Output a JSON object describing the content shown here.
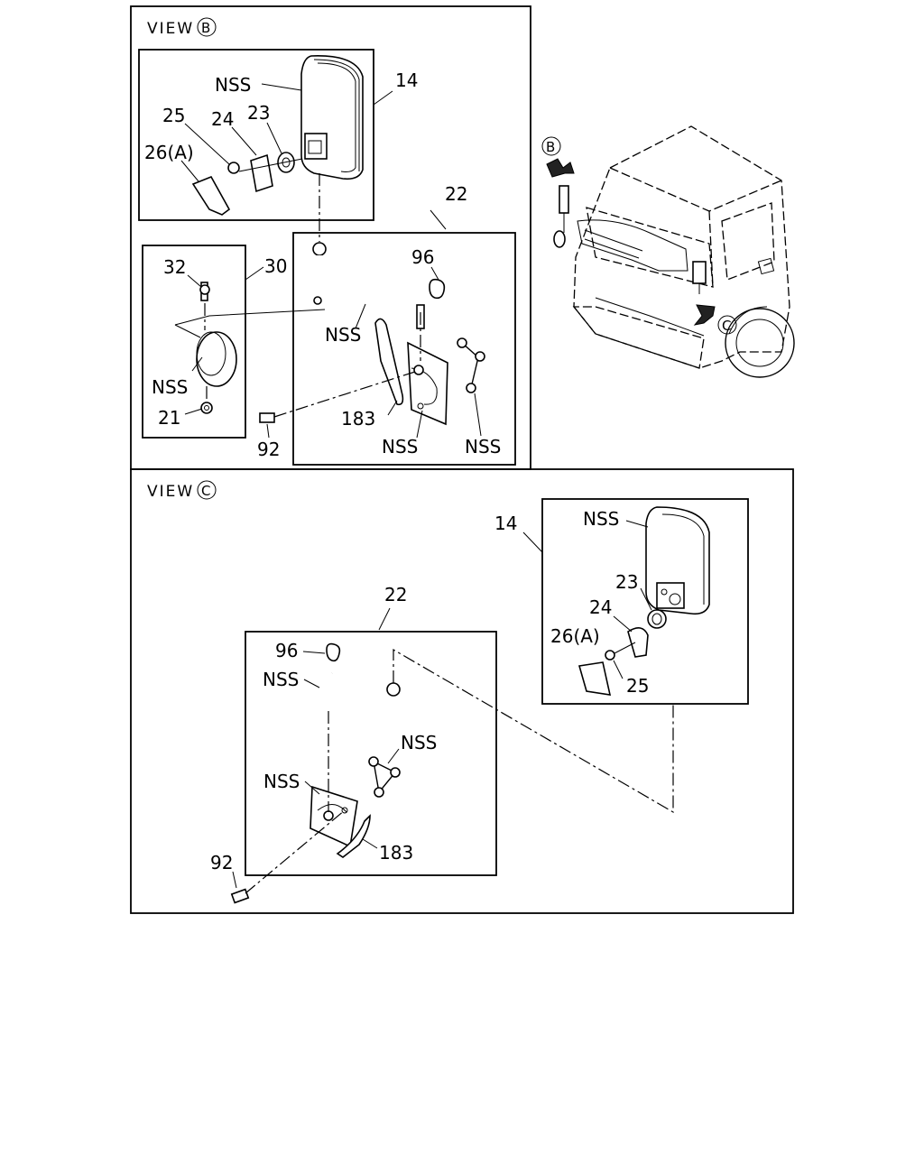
{
  "views": {
    "b": {
      "prefix": "VIEW",
      "letter": "B"
    },
    "c": {
      "prefix": "VIEW",
      "letter": "C"
    }
  },
  "truck_arrows": {
    "b": "B",
    "c": "C"
  },
  "view_b": {
    "mirror_number": "14",
    "mirror_nss": "NSS",
    "p25": "25",
    "p24": "24",
    "p23": "23",
    "p26a": "26(A)",
    "p32": "32",
    "p30": "30",
    "p21": "21",
    "p30_nss": "NSS",
    "p22": "22",
    "p96": "96",
    "p92": "92",
    "p183": "183",
    "stay_nss": "NSS",
    "bracket_nss": "NSS",
    "link_nss": "NSS"
  },
  "view_c": {
    "p22": "22",
    "p96": "96",
    "stay_nss": "NSS",
    "link_nss": "NSS",
    "bracket_nss": "NSS",
    "p183": "183",
    "p92": "92",
    "mirror_number": "14",
    "mirror_nss": "NSS",
    "p23": "23",
    "p24": "24",
    "p26a": "26(A)",
    "p25": "25"
  }
}
